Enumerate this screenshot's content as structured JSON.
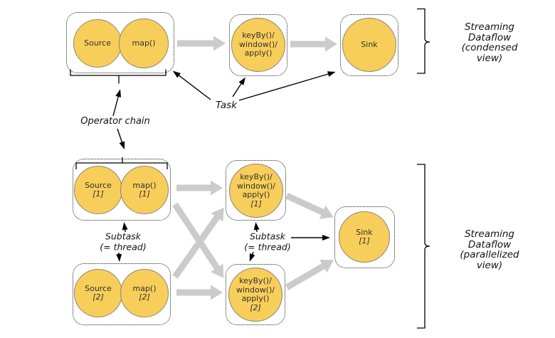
{
  "colors": {
    "node_fill": "#F8CE5B",
    "node_border": "#8a8577",
    "flow_arrow_gray": "#cbcbcb",
    "annotation_black": "#000000",
    "box_border": "#222222",
    "background": "#ffffff"
  },
  "condensed": {
    "source": {
      "label": "Source"
    },
    "map": {
      "label": "map()"
    },
    "keyby": {
      "label": "keyBy()/\nwindow()/\napply()"
    },
    "sink": {
      "label": "Sink"
    },
    "title": "Streaming Dataflow\n(condensed view)"
  },
  "parallel": {
    "source1": {
      "label": "Source",
      "index": "[1]"
    },
    "map1": {
      "label": "map()",
      "index": "[1]"
    },
    "source2": {
      "label": "Source",
      "index": "[2]"
    },
    "map2": {
      "label": "map()",
      "index": "[2]"
    },
    "keyby1": {
      "label": "keyBy()/\nwindow()/\napply()",
      "index": "[1]"
    },
    "keyby2": {
      "label": "keyBy()/\nwindow()/\napply()",
      "index": "[2]"
    },
    "sink1": {
      "label": "Sink",
      "index": "[1]"
    },
    "title": "Streaming Dataflow\n(parallelized view)"
  },
  "annotations": {
    "task": "Task",
    "operator_chain": "Operator chain",
    "subtask_left": "Subtask\n(= thread)",
    "subtask_middle": "Subtask\n(= thread)"
  }
}
